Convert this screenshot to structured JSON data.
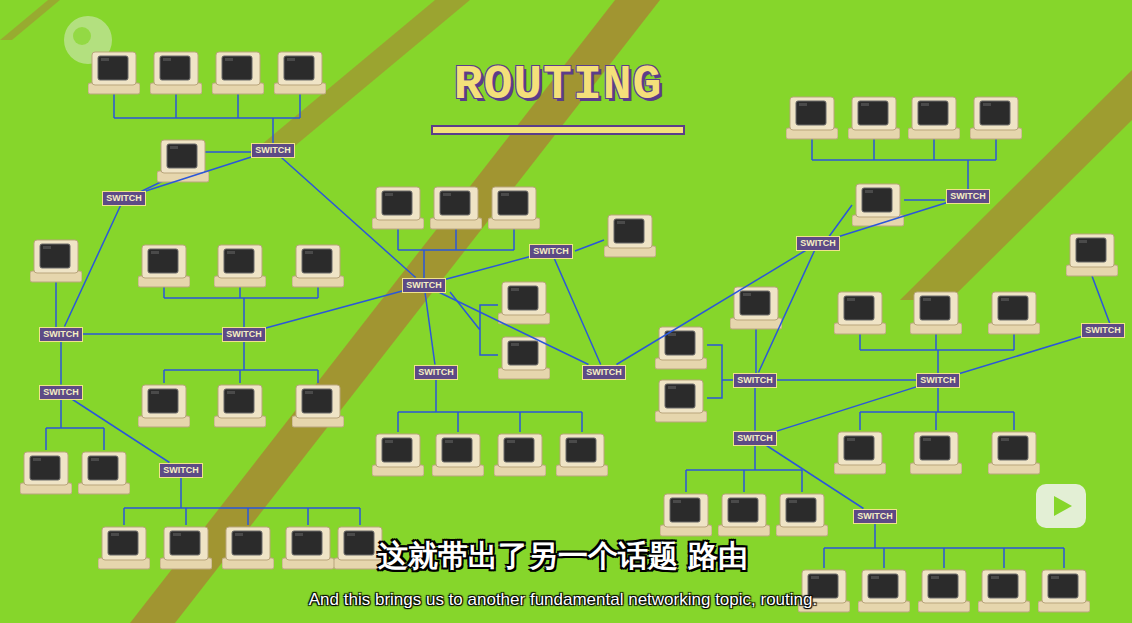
{
  "diagram": {
    "title": "ROUTING",
    "caption": "这就带出了另一个话题 路由",
    "nodes": [
      {
        "text": [
          "SWITCH"
        ]
      },
      {
        "text": [
          "SWITCH"
        ]
      },
      {
        "text": [
          "SWITCH"
        ]
      },
      {
        "text": [
          "SWITCH"
        ]
      },
      {
        "text": [
          "SWITCH"
        ]
      },
      {
        "text": [
          "SWITCH"
        ]
      },
      {
        "text": [
          "SWITCH"
        ]
      },
      {
        "text": [
          "SWITCH"
        ]
      },
      {
        "text": [
          "SWITCH"
        ]
      },
      {
        "text": [
          "SWITCH"
        ]
      },
      {
        "text": [
          "SWITCH"
        ]
      },
      {
        "text": [
          "SWITCH"
        ]
      },
      {
        "text": [
          "SWITCH"
        ]
      },
      {
        "text": [
          "SWITCH"
        ]
      },
      {
        "text": [
          "SWITCH"
        ]
      },
      {
        "text": [
          "SWITCH"
        ]
      },
      {
        "text": [
          "SWITCH"
        ]
      }
    ],
    "edges": [
      {
        "from": 0,
        "to": 1,
        "arrow": "none"
      },
      {
        "from": 0,
        "to": 6,
        "arrow": "none"
      },
      {
        "from": 1,
        "to": 2,
        "arrow": "none"
      },
      {
        "from": 2,
        "to": 3,
        "arrow": "none"
      },
      {
        "from": 2,
        "to": 4,
        "arrow": "none"
      },
      {
        "from": 3,
        "to": 6,
        "arrow": "none"
      },
      {
        "from": 4,
        "to": 5,
        "arrow": "none"
      },
      {
        "from": 6,
        "to": 7,
        "arrow": "none"
      },
      {
        "from": 6,
        "to": 8,
        "arrow": "none"
      },
      {
        "from": 6,
        "to": 9,
        "arrow": "none"
      },
      {
        "from": 7,
        "to": 9,
        "arrow": "none"
      },
      {
        "from": 9,
        "to": 10,
        "arrow": "none"
      },
      {
        "from": 10,
        "to": 11,
        "arrow": "none"
      },
      {
        "from": 10,
        "to": 12,
        "arrow": "none"
      },
      {
        "from": 12,
        "to": 13,
        "arrow": "none"
      },
      {
        "from": 12,
        "to": 14,
        "arrow": "none"
      },
      {
        "from": 13,
        "to": 14,
        "arrow": "none"
      },
      {
        "from": 14,
        "to": 15,
        "arrow": "none"
      },
      {
        "from": 13,
        "to": 16,
        "arrow": "none"
      }
    ],
    "labels": [
      "And this brings us to another fundamental networking topic, routing."
    ]
  }
}
